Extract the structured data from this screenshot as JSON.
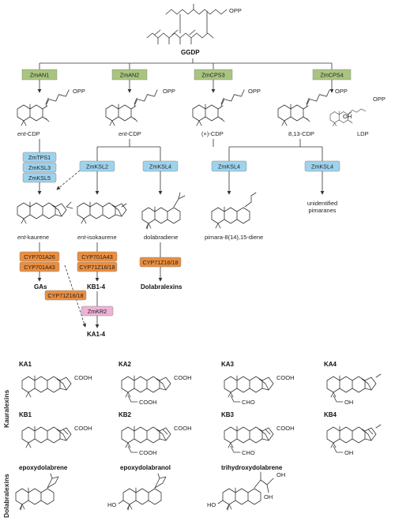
{
  "substrate": {
    "opp": "OPP",
    "name": "GGDP"
  },
  "enzymes_level1": [
    {
      "label": "ZmAN1"
    },
    {
      "label": "ZmAN2"
    },
    {
      "label": "ZmCPS3"
    },
    {
      "label": "ZmCPS4"
    }
  ],
  "cdp": [
    {
      "prefix": "ent",
      "suffix": "-CDP",
      "opp": "OPP"
    },
    {
      "prefix": "ent",
      "suffix": "-CDP",
      "opp": "OPP"
    },
    {
      "prefix": "",
      "suffix": "(+)-CDP",
      "opp": "OPP"
    },
    {
      "prefix": "",
      "suffix": "8,13-CDP",
      "opp": "OPP"
    }
  ],
  "ldp": {
    "name": "LDP",
    "opp": "OPP",
    "oh": "OH"
  },
  "ksl_stack": [
    "ZmTPS1",
    "ZmKSL3",
    "ZmKSL5"
  ],
  "ksl_boxes": [
    {
      "label": "ZmKSL2"
    },
    {
      "label": "ZmKSL4"
    },
    {
      "label": "ZmKSL4"
    },
    {
      "label": "ZmKSL4"
    }
  ],
  "products": [
    {
      "prefix": "ent",
      "suffix": "-kaurene"
    },
    {
      "prefix": "ent",
      "suffix": "-isokaurene"
    },
    {
      "prefix": "",
      "suffix": "dolabradiene"
    },
    {
      "prefix": "",
      "suffix": "pimara-8(14),15-diene"
    },
    {
      "prefix": "",
      "suffix": "unidentified\npimaranes"
    }
  ],
  "cyp_boxes": [
    {
      "label": "CYP701A26"
    },
    {
      "label": "CYP701A43"
    },
    {
      "label": "CYP701A43"
    },
    {
      "label": "CYP71Z16/18"
    },
    {
      "label": "CYP71Z16/18"
    },
    {
      "label": "CYP71Z16/18"
    }
  ],
  "kr_box": {
    "label": "ZmKR2"
  },
  "end_products": {
    "gas": "GAs",
    "kb": "KB1-4",
    "ka": "KA1-4",
    "dolab": "Dolabralexins"
  },
  "kauralexins": {
    "group_label": "Kauralexins",
    "names": [
      "KA1",
      "KA2",
      "KA3",
      "KA4",
      "KB1",
      "KB2",
      "KB3",
      "KB4"
    ],
    "cooh": "COOH",
    "cho": "CHO",
    "oh": "OH"
  },
  "dolabralexins": {
    "group_label": "Dolabralexins",
    "names": [
      "epoxydolabrene",
      "epoxydolabranol",
      "trihydroxydolabrene"
    ],
    "ho": "HO",
    "oh": "OH"
  },
  "colors": {
    "green": "#a9c47f",
    "blue": "#9ed3ee",
    "orange": "#ea8e3f",
    "pink": "#ecb3d4",
    "box_stroke": "#8a8a8a"
  }
}
